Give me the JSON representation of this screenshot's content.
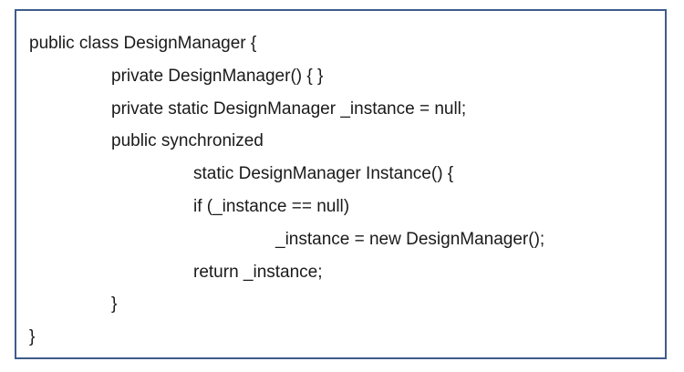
{
  "code_block": {
    "lines": [
      "public class DesignManager {",
      "private DesignManager() { }",
      "private static DesignManager _instance = null;",
      "public synchronized",
      "static DesignManager Instance() {",
      "if (_instance == null)",
      "_instance = new DesignManager();",
      "return _instance;",
      "}",
      "}"
    ]
  },
  "colors": {
    "border": "#3f5c8a",
    "text": "#1a1a1a",
    "background": "#ffffff"
  }
}
